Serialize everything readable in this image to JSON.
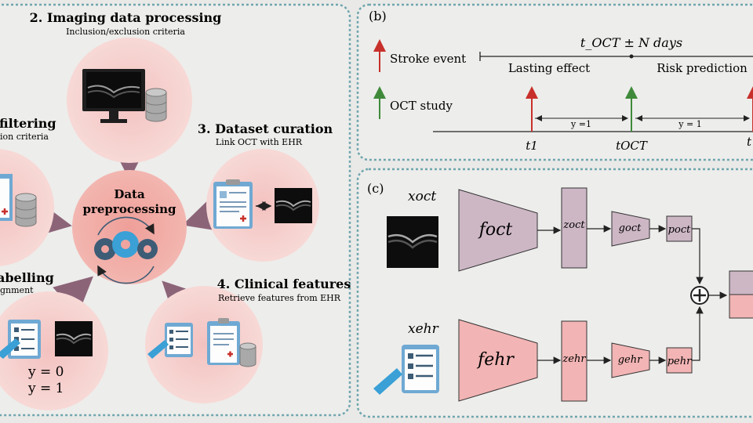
{
  "panel_a": {
    "center": {
      "line1": "Data",
      "line2": "preprocessing"
    },
    "step2": {
      "title": "2. Imaging data processing",
      "subtitle": "Inclusion/exclusion criteria"
    },
    "step3": {
      "title": "3. Dataset curation",
      "subtitle": "Link OCT with EHR"
    },
    "step4": {
      "title": "4. Clinical features",
      "subtitle": "Retrieve features from EHR"
    },
    "step1": {
      "title": "filtering",
      "subtitle": "ion criteria"
    },
    "step5": {
      "title": "abelling",
      "subtitle": "gnment",
      "y0": "y = 0",
      "y1": "y = 1"
    }
  },
  "panel_b": {
    "tag": "(b)",
    "legend_stroke": "Stroke event",
    "legend_oct": "OCT study",
    "window": "t_OCT ± N days",
    "lasting": "Lasting effect",
    "risk": "Risk prediction",
    "gap1": "y =1",
    "gap2": "y = 1",
    "t1": "t1",
    "toct": "tOCT",
    "t_right": "t",
    "colors": {
      "stroke": "#c8302b",
      "oct": "#3f8a3a"
    }
  },
  "panel_c": {
    "tag": "(c)",
    "x_oct": "xoct",
    "x_ehr": "xehr",
    "f_oct": "foct",
    "f_ehr": "fehr",
    "z_oct": "zoct",
    "z_ehr": "zehr",
    "g_oct": "goct",
    "g_ehr": "gehr",
    "p_oct": "poct",
    "p_ehr": "pehr",
    "colors": {
      "oct": "#cdb7c5",
      "ehr": "#f2b4b4",
      "border": "#6fa6ae"
    }
  }
}
